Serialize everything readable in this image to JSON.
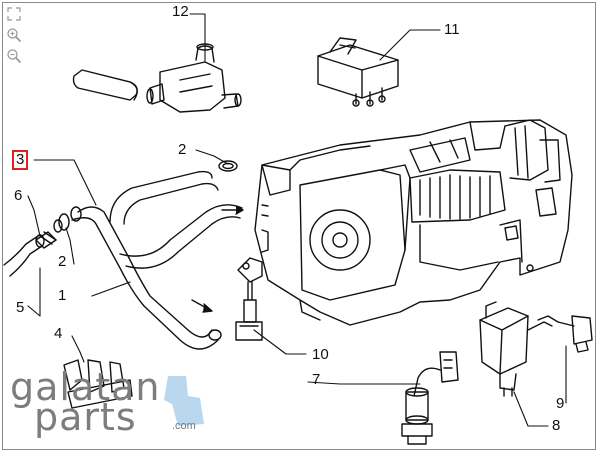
{
  "toolbar": {
    "items": [
      {
        "name": "fit-view-icon"
      },
      {
        "name": "zoom-in-icon"
      },
      {
        "name": "zoom-out-icon"
      }
    ]
  },
  "callouts": {
    "c1": "1",
    "c2a": "2",
    "c2b": "2",
    "c3": "3",
    "c4": "4",
    "c5": "5",
    "c6": "6",
    "c7": "7",
    "c8": "8",
    "c9": "9",
    "c10": "10",
    "c11": "11",
    "c12": "12"
  },
  "highlight": {
    "callout": "3",
    "color": "#dd2222"
  },
  "logo": {
    "line1": "galatan",
    "line2": "parts",
    "suffix": ".com",
    "accent": "#7fb6e0"
  }
}
